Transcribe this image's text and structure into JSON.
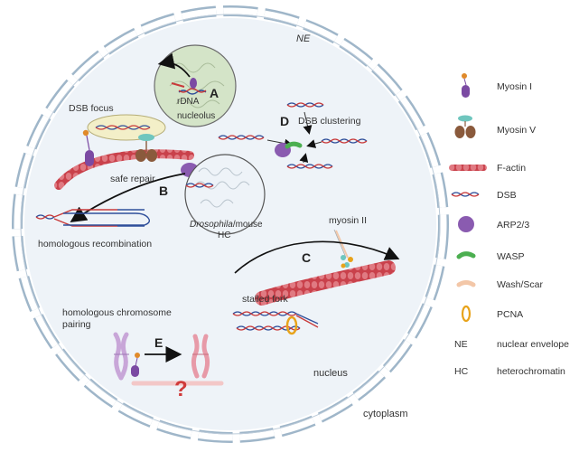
{
  "labels": {
    "ne_top": "NE",
    "nucleolus": "nucleolus",
    "rdna": "rDNA",
    "dsb_focus": "DSB focus",
    "dsb_clustering": "DSB clustering",
    "safe_repair": "safe repair",
    "homologous_recombination": "homologous recombination",
    "hc_line1_italic": "Drosophila",
    "hc_line1_rest": "/mouse",
    "hc_line2": "HC",
    "myosin_ii": "myosin II",
    "stalled_fork": "stalled fork",
    "pairing_line1": "homologous chromosome",
    "pairing_line2": "pairing",
    "nucleus": "nucleus",
    "cytoplasm": "cytoplasm",
    "question_mark": "?"
  },
  "panel_letters": {
    "a": "A",
    "b": "B",
    "c": "C",
    "d": "D",
    "e": "E"
  },
  "legend": {
    "items": [
      {
        "icon": "myosin-i-icon",
        "label": "Myosin I"
      },
      {
        "icon": "myosin-v-icon",
        "label": "Myosin V"
      },
      {
        "icon": "f-actin-icon",
        "label": "F-actin"
      },
      {
        "icon": "dsb-icon",
        "label": "DSB"
      },
      {
        "icon": "arp23-icon",
        "label": "ARP2/3"
      },
      {
        "icon": "wasp-icon",
        "label": "WASP"
      },
      {
        "icon": "wash-scar-icon",
        "label": "Wash/Scar"
      },
      {
        "icon": "pcna-icon",
        "label": "PCNA"
      },
      {
        "abbr": "NE",
        "label": "nuclear envelope"
      },
      {
        "abbr": "HC",
        "label": "heterochromatin"
      }
    ]
  },
  "colors": {
    "nuclear_envelope": "#9fb6c9",
    "nucleus_fill": "#eef3f8",
    "nucleolus_fill": "#d4e4c8",
    "f_actin": "#c9414b",
    "dsb_red": "#c83a3a",
    "dsb_blue": "#2f4f9a",
    "myosin_purple": "#7b4aa3",
    "myosin_v_brown": "#8a5a3c",
    "myosin_v_teal": "#6fc6be",
    "arp23_purple": "#8a5bb0",
    "wasp_green": "#4caf50",
    "wash_peach": "#f3c7a8",
    "pcna_orange": "#e8a31a",
    "dsb_focus_fill": "#f3efc8"
  }
}
